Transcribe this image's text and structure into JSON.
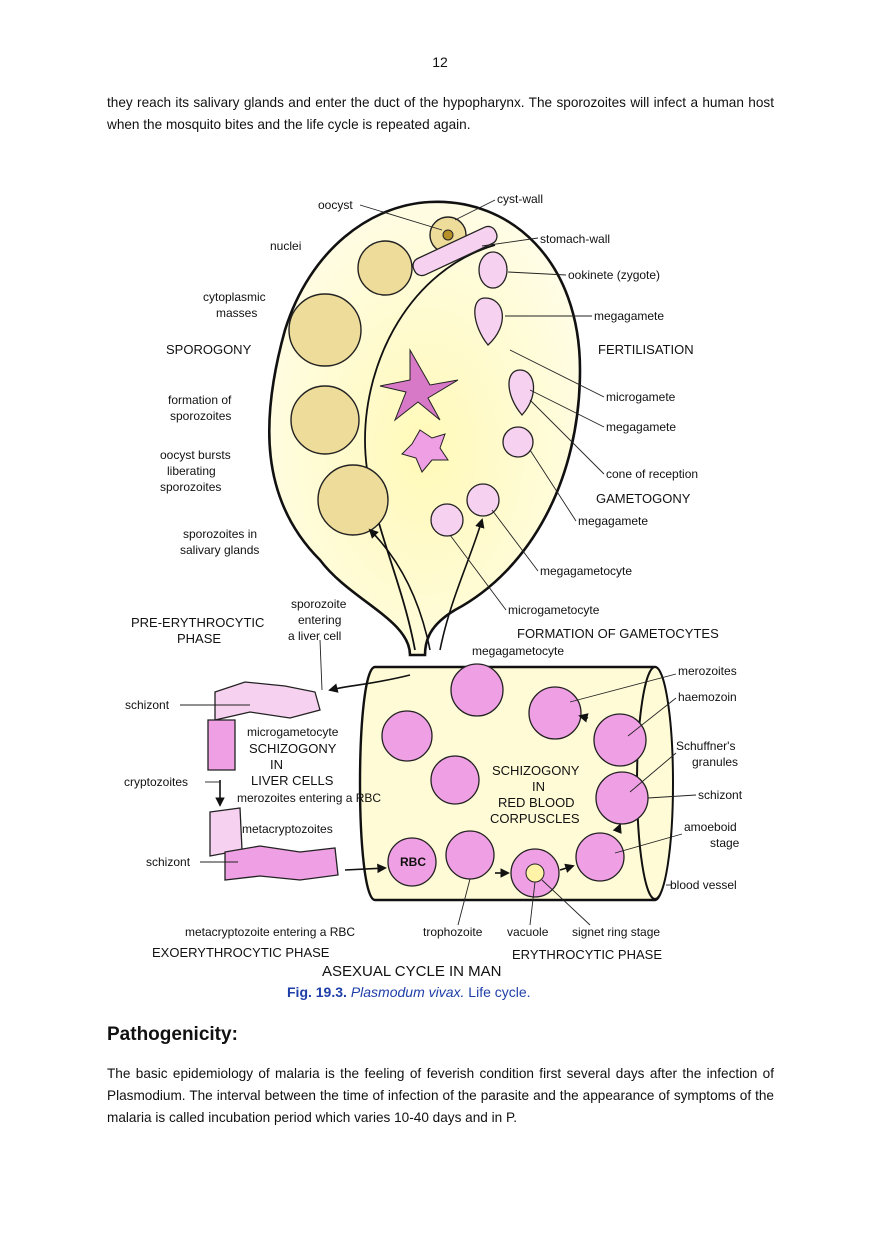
{
  "page": {
    "number": "12",
    "intro_text": "they reach its salivary glands and enter the duct of the hypopharynx. The sporozoites will infect a human host when the mosquito bites and the life cycle is repeated again.",
    "section_heading": "Pathogenicity:",
    "body_text": "The basic epidemiology of malaria is the feeling of feverish condition first several days after the infection of Plasmodium. The interval between the time of infection of the parasite and the appearance of symptoms of the malaria is called incubation period which varies 10-40 days and in P."
  },
  "figure": {
    "labels": {
      "oocyst": "oocyst",
      "cyst_wall": "cyst-wall",
      "nuclei": "nuclei",
      "stomach_wall": "stomach-wall",
      "ookinete": "ookinete (zygote)",
      "cytoplasmic": "cytoplasmic",
      "masses": "masses",
      "megagamete_1": "megagamete",
      "sporogony": "SPOROGONY",
      "fertilisation": "FERTILISATION",
      "microgamete": "microgamete",
      "formation_of": "formation of",
      "sporozoites_1": "sporozoites",
      "megagamete_2": "megagamete",
      "oocyst_bursts": "oocyst bursts",
      "liberating": "liberating",
      "sporozoites_2": "sporozoites",
      "cone_of_reception": "cone of reception",
      "gametogony": "GAMETOGONY",
      "megagamete_3": "megagamete",
      "sporozoites_in": "sporozoites in",
      "salivary_glands": "salivary glands",
      "megagametocyte_1": "megagametocyte",
      "sporozoite": "sporozoite",
      "entering": "entering",
      "a_liver_cell": "a liver cell",
      "microgametocyte_1": "microgametocyte",
      "pre_erythrocytic": "PRE-ERYTHROCYTIC",
      "phase": "PHASE",
      "formation_of_gametocytes": "FORMATION OF GAMETOCYTES",
      "megagametocyte_2": "megagametocyte",
      "merozoites": "merozoites",
      "haemozoin": "haemozoin",
      "schizont_1": "schizont",
      "microgametocyte_2": "microgametocyte",
      "schizogony_1": "SCHIZOGONY",
      "in_1": "IN",
      "liver_cells": "LIVER CELLS",
      "schuffners": "Schuffner's",
      "granules": "granules",
      "cryptozoites": "cryptozoites",
      "merozoites_entering": "merozoites entering a RBC",
      "schizogony_2": "SCHIZOGONY",
      "in_2": "IN",
      "red_blood": "RED BLOOD",
      "corpuscles": "CORPUSCLES",
      "schizont_2": "schizont",
      "metacryptozoites": "metacryptozoites",
      "amoeboid": "amoeboid",
      "stage": "stage",
      "rbc": "RBC",
      "schizont_3": "schizont",
      "blood_vessel": "blood vessel",
      "metacryptozoite_entering": "metacryptozoite entering a RBC",
      "trophozoite": "trophozoite",
      "vacuole": "vacuole",
      "signet_ring_stage": "signet ring stage",
      "exoerythrocytic_phase": "EXOERYTHROCYTIC PHASE",
      "erythrocytic_phase": "ERYTHROCYTIC PHASE",
      "asexual_cycle": "ASEXUAL CYCLE IN MAN",
      "caption_prefix": "Fig. 19.3.",
      "caption_species": "Plasmodum vivax.",
      "caption_suffix": "Life cycle."
    },
    "colors": {
      "mosquito_fill": "#fbf6c8",
      "cell_pink": "#ef9fe3",
      "cyst_yellow": "#eedc9a",
      "caption_blue": "#1f3fa8"
    }
  }
}
